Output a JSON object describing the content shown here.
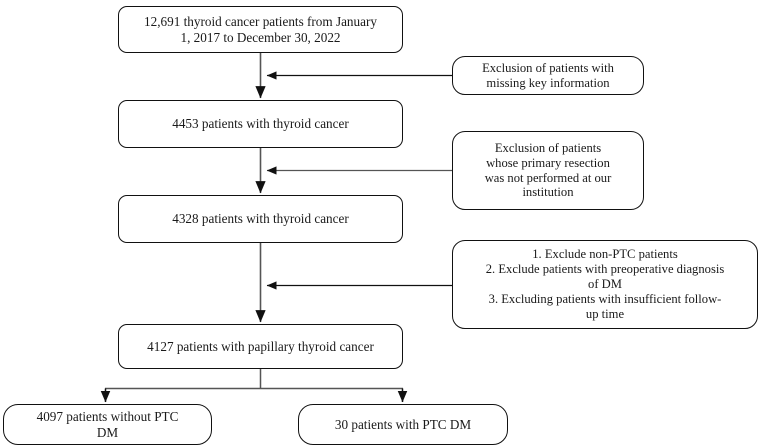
{
  "diagram": {
    "type": "patient-selection-flowchart",
    "title": "",
    "main_nodes": [
      {
        "id": "cohort-initial",
        "label": "12,691 thyroid cancer patients from January\n1, 2017 to December 30, 2022",
        "count": "12,691"
      },
      {
        "id": "cohort-after-missing-info",
        "label": "4453 patients with thyroid cancer",
        "count": "4453"
      },
      {
        "id": "cohort-after-resection",
        "label": "4328 patients with thyroid cancer",
        "count": "4328"
      },
      {
        "id": "cohort-ptc",
        "label": "4127 patients with papillary thyroid cancer",
        "count": "4127"
      }
    ],
    "exclusion_nodes": [
      {
        "id": "exclusion-missing-info",
        "label": "Exclusion of patients with\nmissing key information"
      },
      {
        "id": "exclusion-resection",
        "label": "Exclusion of patients\nwhose primary resection\nwas not performed at our\ninstitution"
      },
      {
        "id": "exclusion-criteria-list",
        "label": "1. Exclude non-PTC patients\n2. Exclude patients with preoperative diagnosis\nof DM\n3. Excluding patients with insufficient follow-\nup time"
      }
    ],
    "leaf_nodes": [
      {
        "id": "group-without-ptc-dm",
        "label": "4097 patients without PTC\nDM",
        "count": "4097"
      },
      {
        "id": "group-with-ptc-dm",
        "label": "30 patients with PTC DM",
        "count": "30"
      }
    ],
    "colors": {
      "stroke": "#111111",
      "background": "#ffffff",
      "text": "#1a1a1a"
    }
  }
}
